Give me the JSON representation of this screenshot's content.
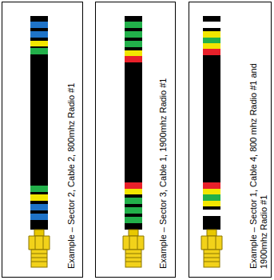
{
  "diagram": {
    "nodes": [
      {
        "text": [
          "Example – Sector 2, Cable 2, 800mhz Radio #1"
        ]
      },
      {
        "text": [
          "Example – Sector 3, Cable 1, 1900mhz Radio #1"
        ]
      },
      {
        "text": [
          "Example – Sector 1, Cable 4, 800 mhz Radio #1 and 1900mhz Radio #1"
        ]
      }
    ]
  }
}
